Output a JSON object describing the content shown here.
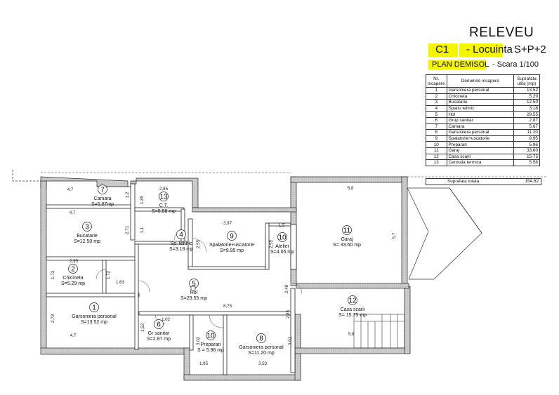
{
  "header": {
    "title": "RELEVEU",
    "code": "C1",
    "building": "- Locuinta",
    "height_regime": "S+P+2",
    "plan": "PLAN DEMISOL",
    "scale": "- Scara 1/100"
  },
  "table": {
    "col_nr": "Nr. incapere",
    "col_name": "Denumire incapere",
    "col_area": "Suprafata utila (mp)",
    "rows": [
      {
        "nr": "1",
        "name": "Garsoniera personal",
        "area": "13.52"
      },
      {
        "nr": "2",
        "name": "Chicineta",
        "area": "5.29"
      },
      {
        "nr": "3",
        "name": "Bucatarie",
        "area": "12.50"
      },
      {
        "nr": "4",
        "name": "Spatiu tehnic",
        "area": "3.18"
      },
      {
        "nr": "5",
        "name": "Hol",
        "area": "29.55"
      },
      {
        "nr": "6",
        "name": "Grup sanitar",
        "area": "2.87"
      },
      {
        "nr": "7",
        "name": "Camara",
        "area": "5.67"
      },
      {
        "nr": "8",
        "name": "Garsoniera personal",
        "area": "11.20"
      },
      {
        "nr": "9",
        "name": "Spalatorie+uscatorie",
        "area": "9.95"
      },
      {
        "nr": "10",
        "name": "Preparari",
        "area": "5.96"
      },
      {
        "nr": "11",
        "name": "Garaj",
        "area": "33.60"
      },
      {
        "nr": "12",
        "name": "Casa scarii",
        "area": "15.75"
      },
      {
        "nr": "13",
        "name": "Centrala termica",
        "area": "5.58"
      }
    ],
    "total_label": "Suprafata totala",
    "total_value": "154.62"
  },
  "plan": {
    "rooms": [
      {
        "num": "7",
        "name": "Camara",
        "area": "S=5.67mp"
      },
      {
        "num": "13",
        "name": "C.T.",
        "area": "S=5.58 mp"
      },
      {
        "num": "3",
        "name": "Bucatarie",
        "area": "S=12.50 mp"
      },
      {
        "num": "4",
        "name": "Sp. tehnic",
        "area": "S=3.18 mp"
      },
      {
        "num": "9",
        "name": "Spalatorie+uscatorie",
        "area": "S=9.95 mp"
      },
      {
        "num": "10",
        "name": "Atelier",
        "area": "S=4.05 mp"
      },
      {
        "num": "11",
        "name": "Garaj",
        "area": "S= 33.60 mp"
      },
      {
        "num": "2",
        "name": "Chicineta",
        "area": "S=5.29 mp"
      },
      {
        "num": "5",
        "name": "Hol",
        "area": "S=29.55 mp"
      },
      {
        "num": "12",
        "name": "Casa scarii",
        "area": "S= 15.75 mp"
      },
      {
        "num": "1",
        "name": "Garsoniera personal",
        "area": "S=13.52 mp"
      },
      {
        "num": "6",
        "name": "Gr sanitar",
        "area": "S=2.87 mp"
      },
      {
        "num": "10",
        "name": "Preparari",
        "area": "S = 5.96 mp"
      },
      {
        "num": "8",
        "name": "Garsoniera personal",
        "area": "S=11.20 mp"
      }
    ],
    "dims": [
      "4,7",
      "1,2",
      "2,85",
      "1,85",
      "4,7",
      "2,71",
      "1,1",
      "3,97",
      "1,5",
      "5,8",
      "5,7",
      "2,55",
      "2,55",
      "2,95",
      "1,73",
      "1,72",
      "1,63",
      "2,48",
      "8,75",
      "2,78",
      "4,7",
      "1,52",
      "1,02",
      "3,02",
      "3,02",
      "2,85",
      "5,8",
      "1,95",
      "3,53"
    ]
  }
}
